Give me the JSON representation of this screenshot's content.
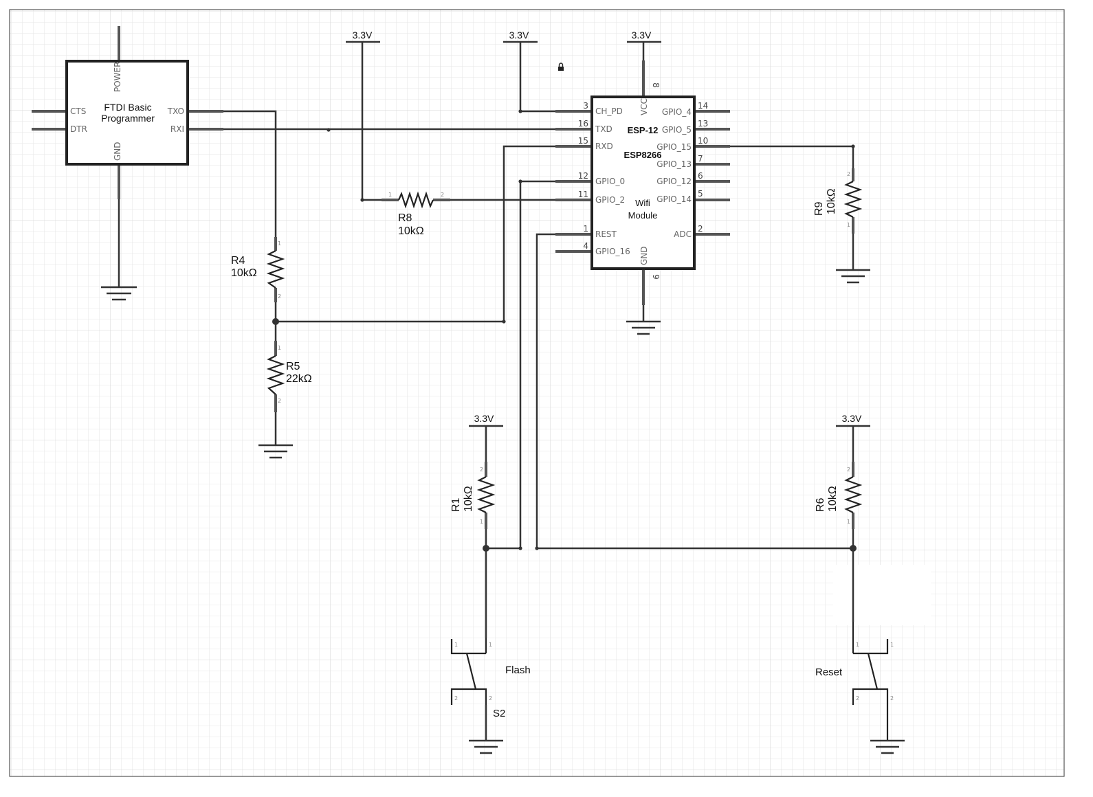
{
  "supply_label": "3.3V",
  "ftdi": {
    "title_line1": "FTDI Basic",
    "title_line2": "Programmer",
    "pins": {
      "power": "POWER",
      "cts": "CTS",
      "dtr": "DTR",
      "txo": "TXO",
      "rxi": "RXI",
      "gnd": "GND"
    }
  },
  "esp": {
    "name1": "ESP-12",
    "name2": "ESP8266",
    "name3": "Wifi",
    "name4": "Module",
    "left_pins": [
      {
        "num": "3",
        "label": "CH_PD"
      },
      {
        "num": "16",
        "label": "TXD"
      },
      {
        "num": "15",
        "label": "RXD"
      },
      {
        "num": "12",
        "label": "GPIO_0"
      },
      {
        "num": "11",
        "label": "GPIO_2"
      },
      {
        "num": "1",
        "label": "REST"
      },
      {
        "num": "4",
        "label": "GPIO_16"
      }
    ],
    "right_pins": [
      {
        "num": "14",
        "label": "GPIO_4"
      },
      {
        "num": "13",
        "label": "GPIO_5"
      },
      {
        "num": "10",
        "label": "GPIO_15"
      },
      {
        "num": "7",
        "label": "GPIO_13"
      },
      {
        "num": "6",
        "label": "GPIO_12"
      },
      {
        "num": "5",
        "label": "GPIO_14"
      },
      {
        "num": "2",
        "label": "ADC"
      }
    ],
    "vcc": {
      "num": "8",
      "label": "VCC"
    },
    "gnd": {
      "num": "9",
      "label": "GND"
    }
  },
  "resistors": {
    "r4": {
      "name": "R4",
      "value": "10kΩ"
    },
    "r5": {
      "name": "R5",
      "value": "22kΩ"
    },
    "r8": {
      "name": "R8",
      "value": "10kΩ"
    },
    "r9": {
      "name": "R9",
      "value": "10kΩ"
    },
    "r1": {
      "name": "R1",
      "value": "10kΩ"
    },
    "r6": {
      "name": "R6",
      "value": "10kΩ"
    }
  },
  "pin_numbers": {
    "one": "1",
    "two": "2"
  },
  "switches": {
    "flash": {
      "label": "Flash",
      "ref": "S2"
    },
    "reset": {
      "label": "Reset"
    }
  }
}
